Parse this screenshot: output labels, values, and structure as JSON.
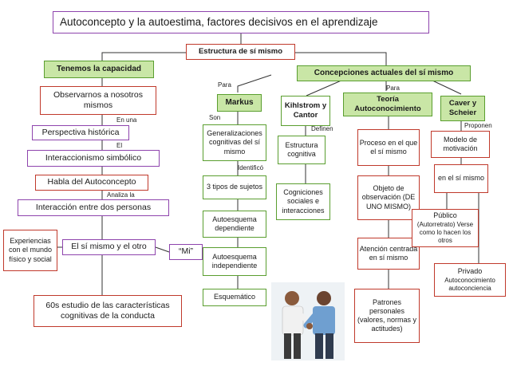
{
  "title": "Autoconcepto  y la  autoestima, factores  decisivos en el aprendizaje",
  "central": "Estructura de sí mismo",
  "left": {
    "header": "Tenemos la capacidad",
    "observe": "Observarnos a nosotros mismos",
    "en_una": "En una",
    "perspectiva": "Perspectiva  histórica",
    "el": "El",
    "interaccionismo": "Interaccionismo  simbólico",
    "habla": "Habla del Autoconcepto",
    "analiza": "Analiza  la",
    "interaccion": "Interacción entre dos personas",
    "experiencias": "Experiencias con el mundo físico y social",
    "si_mismo_otro": "El sí mismo y el otro",
    "mi": "“Mi”",
    "estudio": "60s estudio de las características cognitivas de la conducta"
  },
  "right": {
    "header": "Concepciones actuales del  sí mismo",
    "para_left": "Para",
    "para_right": "Para",
    "markus": "Markus",
    "son": "Son",
    "generalizaciones": "Generalizaciones cognitivas  del sí mismo",
    "identifico": "Identificó",
    "tres_tipos": "3 tipos de sujetos",
    "autoesquema_dep": "Autoesquema dependiente",
    "autoesquema_ind": "Autoesquema independiente",
    "esquematico": "Esquemático",
    "kihlstrom": "Kihlstrom y Cantor",
    "definen": "Definen",
    "estructura_cog": "Estructura cognitiva",
    "cogniciones": "Cogniciones sociales e interacciones",
    "teoria": "Teoría Autoconocimiento",
    "proceso": "Proceso en el que el sí mismo",
    "objeto": "Objeto de observación (DE UNO MISMO)",
    "atencion": "Atención centrada en sí mismo",
    "patrones": "Patrones personales (valores, normas y actitudes)",
    "caver": "Caver y Scheier",
    "proponen": "Proponen",
    "modelo": "Modelo de motivación",
    "en_el_si": "en el sí mismo",
    "publico_title": "Público",
    "publico_desc": "(Autorretrato) Verse como lo hacen los otros",
    "privado_title": "Privado",
    "privado_desc": "Autoconocimiento autoconciencia"
  },
  "colors": {
    "red": "#c0392b",
    "purple": "#8e44ad",
    "green": "#5a9e2f",
    "green_fill": "#c9e6a6"
  }
}
